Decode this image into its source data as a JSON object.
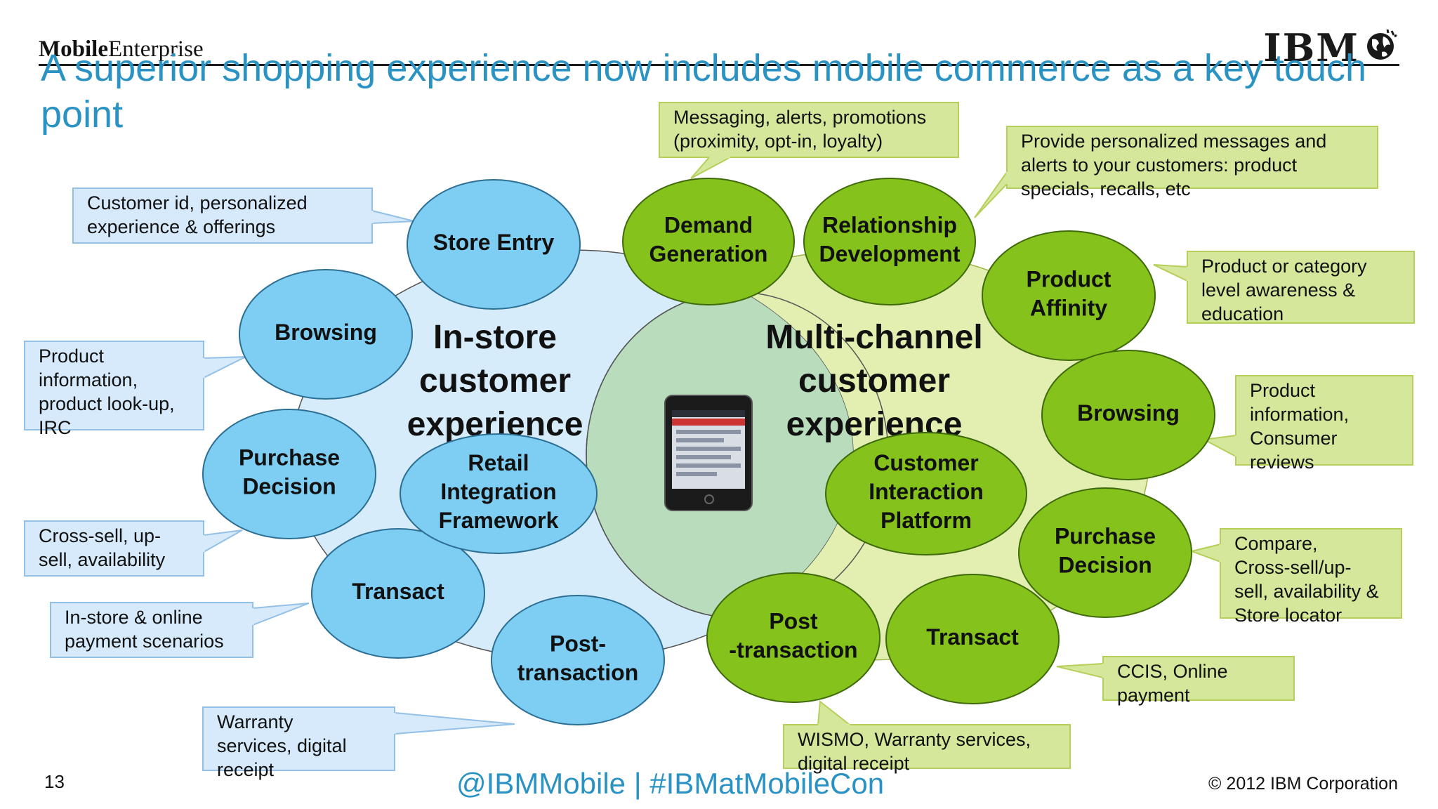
{
  "header": {
    "brand_bold": "Mobile",
    "brand_light": "Enterprise",
    "logo": "IBM",
    "title": "A superior shopping experience now includes mobile commerce as a key touch point"
  },
  "colors": {
    "accent": "#2a93c4",
    "instore_circle": "#d6ecfa",
    "instore_bubble": "#7ecdf2",
    "instore_callout": "#d6eafc",
    "multichannel_circle": "#e2efb0",
    "multichannel_bubble": "#86c21c",
    "multichannel_callout": "#d4e79b",
    "center_overlap": "#b8dcbc"
  },
  "center_labels": {
    "instore": [
      "In-store",
      "customer",
      "experience"
    ],
    "multichannel": [
      "Multi-channel",
      "customer",
      "experience"
    ]
  },
  "instore_bubbles": [
    {
      "id": "store-entry",
      "lines": [
        "Store Entry"
      ]
    },
    {
      "id": "browsing",
      "lines": [
        "Browsing"
      ]
    },
    {
      "id": "purchase-decision",
      "lines": [
        "Purchase",
        "Decision"
      ]
    },
    {
      "id": "transact",
      "lines": [
        "Transact"
      ]
    },
    {
      "id": "post-transaction",
      "lines": [
        "Post-",
        "transaction"
      ]
    },
    {
      "id": "retail-integration-framework",
      "lines": [
        "Retail",
        "Integration",
        "Framework"
      ]
    }
  ],
  "multichannel_bubbles": [
    {
      "id": "demand-generation",
      "lines": [
        "Demand",
        "Generation"
      ]
    },
    {
      "id": "relationship-development",
      "lines": [
        "Relationship",
        "Development"
      ]
    },
    {
      "id": "product-affinity",
      "lines": [
        "Product",
        "Affinity"
      ]
    },
    {
      "id": "browsing",
      "lines": [
        "Browsing"
      ]
    },
    {
      "id": "purchase-decision",
      "lines": [
        "Purchase",
        "Decision"
      ]
    },
    {
      "id": "transact",
      "lines": [
        "Transact"
      ]
    },
    {
      "id": "post-transaction",
      "lines": [
        "Post",
        "-transaction"
      ]
    },
    {
      "id": "customer-interaction-platform",
      "lines": [
        "Customer",
        "Interaction",
        "Platform"
      ]
    }
  ],
  "callouts": [
    {
      "id": "store-entry",
      "group": "instore",
      "lines": [
        "Customer id, personalized",
        "experience & offerings"
      ]
    },
    {
      "id": "browsing",
      "group": "instore",
      "lines": [
        "Product",
        "information,",
        "product look-up,",
        "IRC"
      ]
    },
    {
      "id": "purchase-decision",
      "group": "instore",
      "lines": [
        "Cross-sell, up-",
        "sell, availability"
      ]
    },
    {
      "id": "transact",
      "group": "instore",
      "lines": [
        "In-store & online",
        "payment scenarios"
      ]
    },
    {
      "id": "post-transaction",
      "group": "instore",
      "lines": [
        "Warranty",
        "services, digital",
        "receipt"
      ]
    },
    {
      "id": "demand-generation",
      "group": "multichannel",
      "lines": [
        "Messaging, alerts, promotions",
        "(proximity, opt-in, loyalty)"
      ]
    },
    {
      "id": "relationship-development",
      "group": "multichannel",
      "lines": [
        "Provide personalized messages and",
        "alerts to your customers: product",
        "specials, recalls, etc"
      ]
    },
    {
      "id": "product-affinity",
      "group": "multichannel",
      "lines": [
        "Product or category",
        "level awareness &",
        "education"
      ]
    },
    {
      "id": "browsing",
      "group": "multichannel",
      "lines": [
        "Product",
        "information,",
        "Consumer",
        "reviews"
      ]
    },
    {
      "id": "purchase-decision",
      "group": "multichannel",
      "lines": [
        "Compare,",
        "Cross-sell/up-",
        "sell, availability &",
        "Store locator"
      ]
    },
    {
      "id": "transact",
      "group": "multichannel",
      "lines": [
        "CCIS,  Online",
        "payment"
      ]
    },
    {
      "id": "post-transaction",
      "group": "multichannel",
      "lines": [
        "WISMO, Warranty services,",
        "digital receipt"
      ]
    }
  ],
  "footer": {
    "slide_number": "13",
    "social": "@IBMMobile  |  #IBMatMobileCon",
    "copyright": "© 2012 IBM Corporation"
  },
  "icons": [
    "globe-icon",
    "smartphone-icon"
  ]
}
